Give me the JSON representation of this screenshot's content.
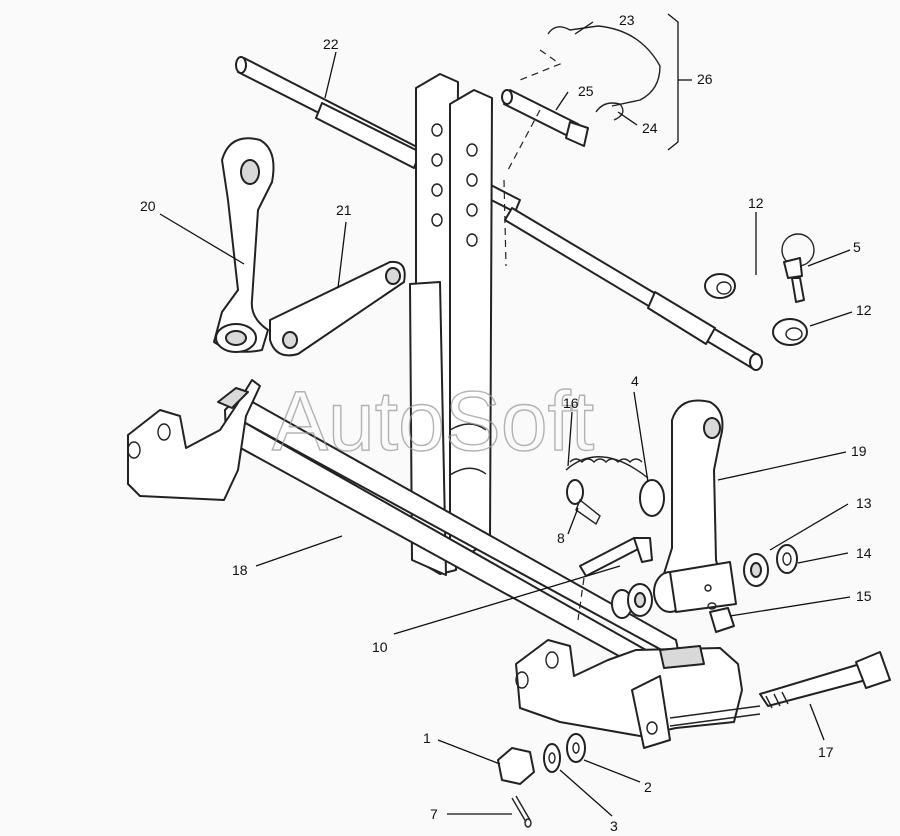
{
  "watermark": "AutoSoft",
  "callouts": {
    "c1": "1",
    "c2": "2",
    "c3": "3",
    "c4": "4",
    "c5": "5",
    "c7": "7",
    "c8": "8",
    "c10": "10",
    "c12a": "12",
    "c12b": "12",
    "c13": "13",
    "c14": "14",
    "c15": "15",
    "c16": "16",
    "c17": "17",
    "c18": "18",
    "c19": "19",
    "c20": "20",
    "c21": "21",
    "c22": "22",
    "c23": "23",
    "c24": "24",
    "c25": "25",
    "c26": "26"
  }
}
